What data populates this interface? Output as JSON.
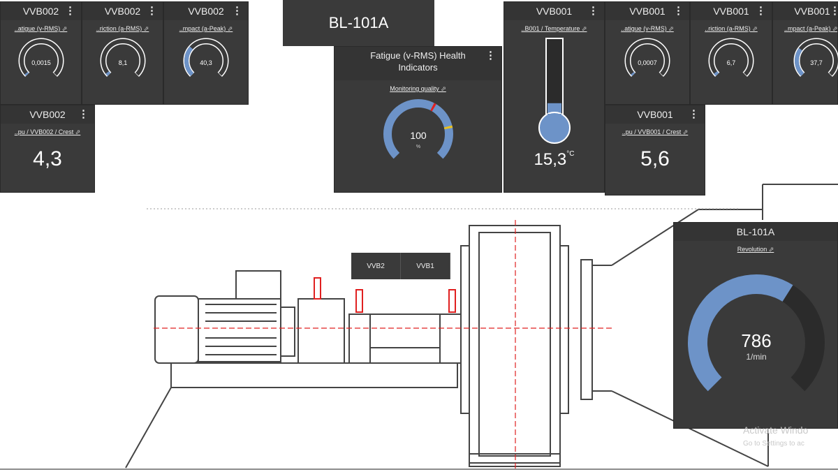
{
  "header": {
    "asset_title": "BL-101A"
  },
  "panels": {
    "vvb002_fatigue": {
      "title": "VVB002",
      "sub": "..atigue (v-RMS) ⬀",
      "value": "0,0015",
      "unit": "",
      "fill": 0.02
    },
    "vvb002_friction": {
      "title": "VVB002",
      "sub": "..riction (a-RMS) ⬀",
      "value": "8,1",
      "unit": "",
      "fill": 0.03
    },
    "vvb002_impact": {
      "title": "VVB002",
      "sub": "..mpact (a-Peak) ⬀",
      "value": "40,3",
      "unit": "",
      "fill": 0.32
    },
    "vvb002_crest": {
      "title": "VVB002",
      "sub": "..pu / VVB002 / Crest ⬀",
      "value": "4,3"
    },
    "fatigue_health": {
      "title_line1": "Fatigue (v-RMS) Health",
      "title_line2": "Indicators",
      "sub": "Monitoring quality ⬀",
      "value": "100",
      "unit": "%",
      "fill": 1.0
    },
    "vvb001_temperature": {
      "title": "VVB001",
      "sub": "..B001 / Temperature ⬀",
      "value": "15,3",
      "unit": "°C",
      "level": 0.18
    },
    "vvb001_fatigue": {
      "title": "VVB001",
      "sub": "..atigue (v-RMS) ⬀",
      "value": "0,0007",
      "unit": "",
      "fill": 0.02
    },
    "vvb001_friction": {
      "title": "VVB001",
      "sub": "..riction (a-RMS) ⬀",
      "value": "6,7",
      "unit": "",
      "fill": 0.03
    },
    "vvb001_impact": {
      "title": "VVB001",
      "sub": "..mpact (a-Peak) ⬀",
      "value": "37,7",
      "unit": "",
      "fill": 0.3
    },
    "vvb001_crest": {
      "title": "VVB001",
      "sub": "..pu / VVB001 / Crest ⬀",
      "value": "5,6"
    },
    "revolution": {
      "title": "BL-101A",
      "sub": "Revolution ⬀",
      "value": "786",
      "unit": "1/min",
      "fill": 0.62
    }
  },
  "sensor_tabs": [
    "VVB2",
    "VVB1"
  ],
  "kebab_glyph": "⋮",
  "watermark": {
    "line1": "Activate Windo",
    "line2": "Go to Settings to ac"
  },
  "colors": {
    "panel": "#3a3a3a",
    "accent": "#6d93c8",
    "track": "#2b2b2b",
    "marker_red": "#e02020",
    "marker_yellow": "#e8c020"
  }
}
